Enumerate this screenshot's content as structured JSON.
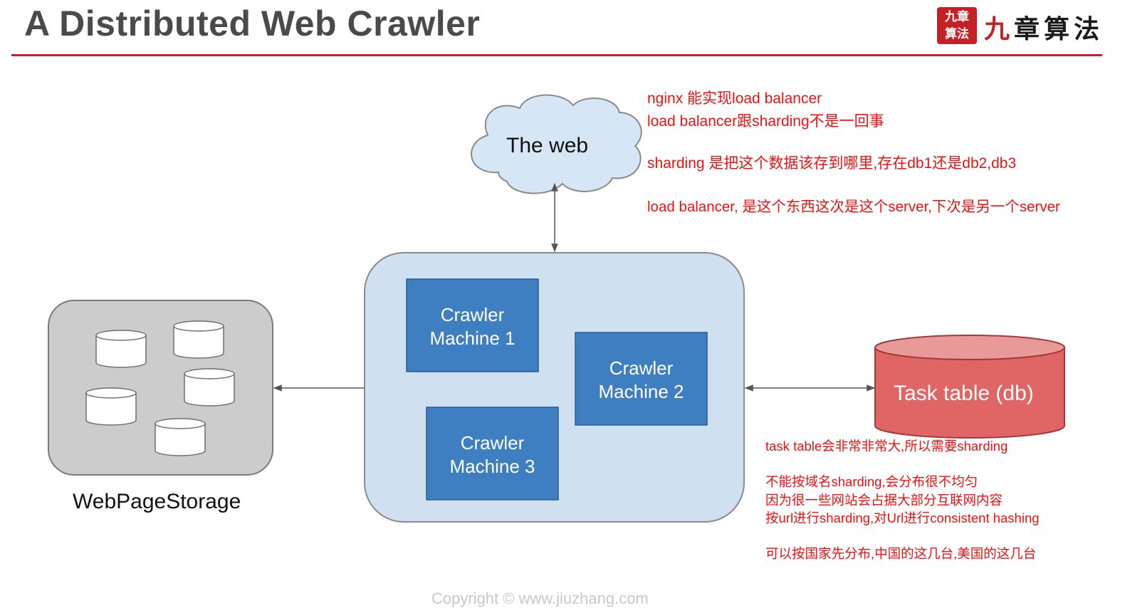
{
  "header": {
    "title": "A Distributed Web Crawler",
    "logo_seal_line1": "九章",
    "logo_seal_line2": "算法",
    "logo_text_first": "九",
    "logo_text_rest": "章算法"
  },
  "diagram": {
    "web_label": "The web",
    "storage_label": "WebPageStorage",
    "task_table_label": "Task table (db)",
    "crawler_machines": [
      {
        "line1": "Crawler",
        "line2": "Machine 1"
      },
      {
        "line1": "Crawler",
        "line2": "Machine 2"
      },
      {
        "line1": "Crawler",
        "line2": "Machine 3"
      }
    ]
  },
  "notes_top": [
    "nginx 能实现load balancer",
    "load balancer跟sharding不是一回事",
    "sharding 是把这个数据该存到哪里,存在db1还是db2,db3",
    "load balancer, 是这个东西这次是这个server,下次是另一个server"
  ],
  "notes_bottom": [
    "task table会非常非常大,所以需要sharding",
    "不能按域名sharding,会分布很不均匀",
    "因为很一些网站会占据大部分互联网内容",
    "按url进行sharding,对Url进行consistent hashing",
    "可以按国家先分布,中国的这几台,美国的这几台"
  ],
  "footer": {
    "copyright": "Copyright © www.jiuzhang.com"
  },
  "colors": {
    "title_rule": "#c8202a",
    "crawler_box": "#3d7fc1",
    "cluster_fill": "#cfe0f1",
    "cloud_fill": "#d6e6f4",
    "storage_fill": "#cccccc",
    "db_fill": "#e06666",
    "db_top": "#ea9999",
    "note_text": "#ee1111"
  }
}
